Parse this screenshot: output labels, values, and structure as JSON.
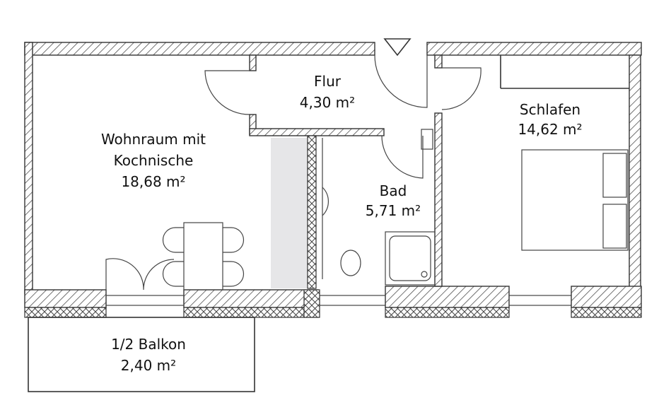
{
  "rooms": {
    "flur": {
      "name": "Flur",
      "area": "4,30 m²"
    },
    "wohnraum": {
      "name_line1": "Wohnraum mit",
      "name_line2": "Kochnische",
      "area": "18,68 m²"
    },
    "bad": {
      "name": "Bad",
      "area": "5,71 m²"
    },
    "schlafen": {
      "name": "Schlafen",
      "area": "14,62 m²"
    },
    "balkon": {
      "name": "1/2 Balkon",
      "area": "2,40 m²"
    }
  },
  "colors": {
    "wall": "#333333",
    "kitchen_area": "#e6e6e8"
  }
}
